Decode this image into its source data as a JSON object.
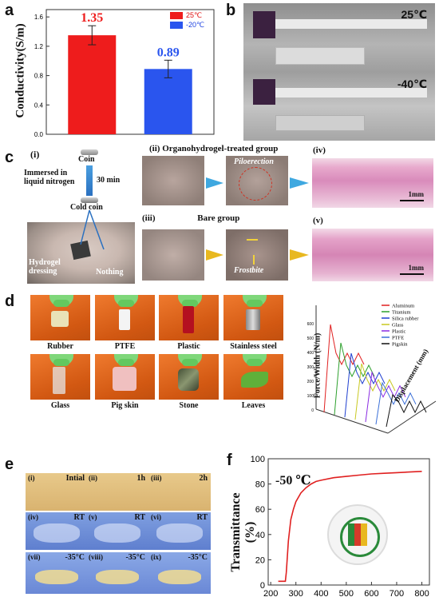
{
  "panel_labels": {
    "a": "a",
    "b": "b",
    "c": "c",
    "d": "d",
    "e": "e",
    "f": "f"
  },
  "panel_a": {
    "ylabel": "Conductivity(S/m)",
    "yticks": [
      "0.0",
      "0.4",
      "0.8",
      "1.2",
      "1.6"
    ],
    "legend": [
      {
        "label": "25℃",
        "color": "#ee1c1c"
      },
      {
        "label": "-20℃",
        "color": "#2a55ee"
      }
    ],
    "bar_labels": [
      "1.35",
      "0.89"
    ]
  },
  "chart_data": [
    {
      "type": "bar",
      "categories": [
        "25℃",
        "-20℃"
      ],
      "values": [
        1.35,
        0.89
      ],
      "errors": [
        0.13,
        0.12
      ],
      "ylabel": "Conductivity(S/m)",
      "ylim": [
        0,
        1.7
      ],
      "colors": [
        "#ee1c1c",
        "#2a55ee"
      ],
      "legend": "top-right"
    },
    {
      "type": "line",
      "series": [
        {
          "x": [
            230,
            245,
            258,
            262,
            270,
            280,
            290,
            300,
            320,
            340,
            360,
            380,
            400,
            450,
            500,
            550,
            600,
            650,
            700,
            750,
            800
          ],
          "y": [
            3,
            3,
            3,
            10,
            35,
            52,
            60,
            66,
            73,
            77,
            80,
            82,
            83,
            85,
            86,
            87,
            88,
            88.5,
            89,
            89.5,
            90
          ]
        }
      ],
      "ylabel": "Transmittance (%)",
      "xticks": [
        200,
        300,
        400,
        500,
        600,
        700,
        800
      ],
      "yticks": [
        0,
        20,
        40,
        60,
        80,
        100
      ],
      "xlim": [
        190,
        830
      ],
      "ylim": [
        0,
        100
      ],
      "annotation": "-50 ℃",
      "line_color": "#e02020"
    }
  ],
  "panel_b": {
    "label_top": "25℃",
    "label_bottom": "-40℃"
  },
  "panel_c": {
    "i": "(i)",
    "ii": "(ii)",
    "iii": "(iii)",
    "iv": "(iv)",
    "v": "(v)",
    "ii_title": "Organohydrogel-treated group",
    "iii_title": "Bare group",
    "coin": "Coin",
    "immersed": "Immersed in liquid nitrogen",
    "time": "30 min",
    "cold_coin": "Cold coin",
    "hydrogel": "Hydrogel dressing",
    "nothing": "Nothing",
    "piloerection": "Piloerection",
    "frostbite": "Frostbite",
    "scale1": "1mm",
    "scale2": "1mm"
  },
  "panel_d": {
    "tiles": [
      "Rubber",
      "PTFE",
      "Plastic",
      "Stainless steel",
      "Glass",
      "Pig skin",
      "Stone",
      "Leaves"
    ],
    "ylabel": "Force/Width (N/m)",
    "xlabel": "Displacement (mm)",
    "legend": [
      {
        "label": "Aluminum",
        "color": "#e02020"
      },
      {
        "label": "Titanium",
        "color": "#2ca02c"
      },
      {
        "label": "Silica rubber",
        "color": "#1f3fd0"
      },
      {
        "label": "Glass",
        "color": "#c8c820"
      },
      {
        "label": "Plastic",
        "color": "#8a2be2"
      },
      {
        "label": "PTFE",
        "color": "#3a6fd8"
      },
      {
        "label": "Pigskin",
        "color": "#111111"
      }
    ]
  },
  "panel_e": {
    "cells": [
      {
        "id": "(i)",
        "tag": "Intial"
      },
      {
        "id": "(ii)",
        "tag": "1h"
      },
      {
        "id": "(iii)",
        "tag": "2h"
      },
      {
        "id": "(iv)",
        "tag": "RT"
      },
      {
        "id": "(v)",
        "tag": "RT"
      },
      {
        "id": "(vi)",
        "tag": "RT"
      },
      {
        "id": "(vii)",
        "tag": "-35°C"
      },
      {
        "id": "(viii)",
        "tag": "-35°C"
      },
      {
        "id": "(ix)",
        "tag": "-35°C"
      }
    ]
  }
}
